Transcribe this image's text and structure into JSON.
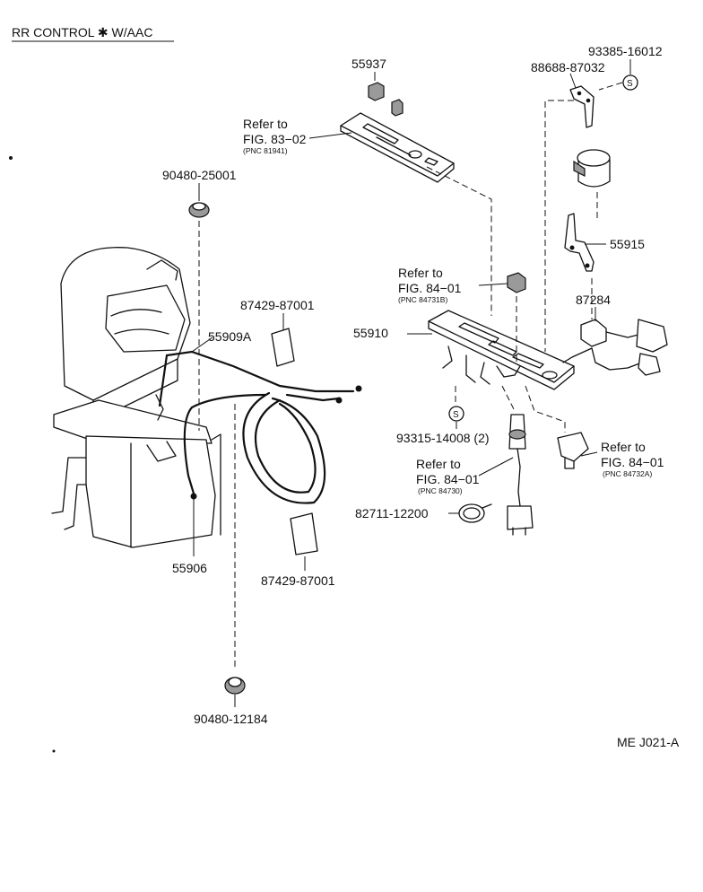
{
  "title": "RR CONTROL ✱ W/AAC",
  "ref_code": "ME J021-A",
  "parts": {
    "p55937": "55937",
    "p93385": "93385-16012",
    "p88688": "88688-87032",
    "p90480a": "90480-25001",
    "p55915": "55915",
    "p87429a": "87429-87001",
    "p87284": "87284",
    "p55909a": "55909A",
    "p55910": "55910",
    "p93315": "93315-14008 (2)",
    "p82711": "82711-12200",
    "p55906": "55906",
    "p87429b": "87429-87001",
    "p90480b": "90480-12184"
  },
  "refs": {
    "r1": {
      "line1": "Refer to",
      "line2": "FIG. 83−02",
      "pnc": "(PNC 81941)"
    },
    "r2": {
      "line1": "Refer to",
      "line2": "FIG. 84−01",
      "pnc": "(PNC 84731B)"
    },
    "r3": {
      "line1": "Refer to",
      "line2": "FIG. 84−01",
      "pnc": "(PNC 84730)"
    },
    "r4": {
      "line1": "Refer to",
      "line2": "FIG. 84−01",
      "pnc": "(PNC 84732A)"
    }
  },
  "symbols": {
    "s_mark": "S"
  }
}
